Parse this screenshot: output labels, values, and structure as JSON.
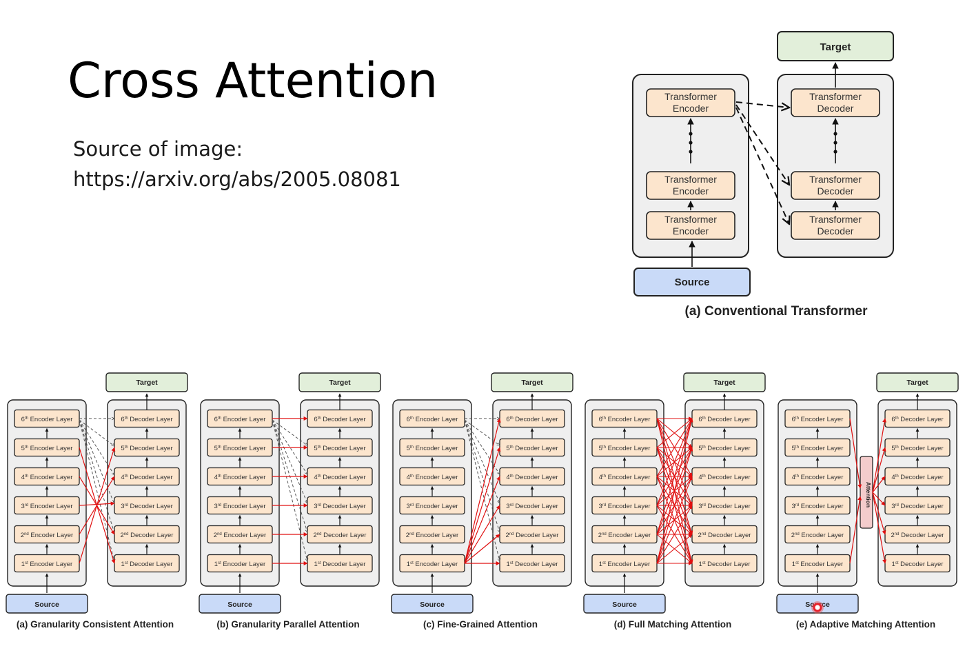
{
  "slide": {
    "title": "Cross Attention",
    "source_line1": "Source of image:",
    "source_line2": "https://arxiv.org/abs/2005.08081"
  },
  "top_diagram": {
    "target": "Target",
    "source": "Source",
    "caption": "(a) Conventional Transformer",
    "encoder_lines": [
      "Transformer",
      "Encoder"
    ],
    "decoder_lines": [
      "Transformer",
      "Decoder"
    ]
  },
  "layer_labels": {
    "ordinals": [
      "1",
      "2",
      "3",
      "4",
      "5",
      "6"
    ],
    "suffixes": [
      "st",
      "nd",
      "rd",
      "th",
      "th",
      "th"
    ],
    "encoder": " Encoder Layer",
    "decoder": " Decoder Layer"
  },
  "small_common": {
    "target": "Target",
    "source": "Source",
    "attention": "Attention"
  },
  "variants": [
    {
      "caption": "(a) Granularity Consistent Attention"
    },
    {
      "caption": "(b) Granularity Parallel Attention"
    },
    {
      "caption": "(c) Fine-Grained Attention"
    },
    {
      "caption": "(d) Full Matching Attention"
    },
    {
      "caption": "(e) Adaptive Matching Attention"
    }
  ],
  "colors": {
    "stack_fill": "#efefef",
    "layer_fill": "#fce5cd",
    "source_fill": "#c9daf8",
    "target_fill": "#e2efda",
    "attention_fill": "#f4cccc",
    "red_arrow": "#e01010",
    "dashed_arrow": "#555555"
  }
}
